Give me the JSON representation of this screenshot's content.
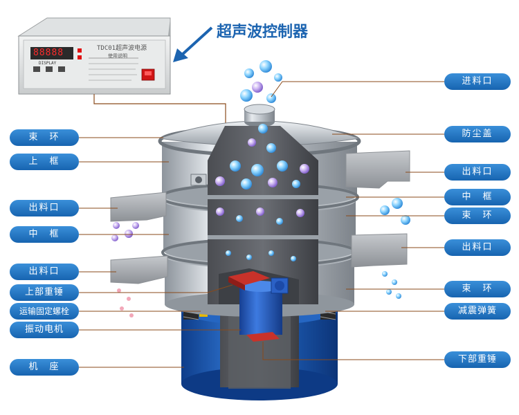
{
  "title": "超声波控制器",
  "controller": {
    "display": "88888",
    "display_caption": "DISPLAY",
    "model": "TDC01超声波电源",
    "usage_heading": "使用说明",
    "led_color": "#e01010",
    "switch_color": "#d01515"
  },
  "labels_left": [
    "束　环",
    "上　框",
    "出料口",
    "中　框",
    "出料口",
    "上部重锤",
    "运输固定螺栓",
    "振动电机",
    "机　座"
  ],
  "labels_right": [
    "进料口",
    "防尘盖",
    "出料口",
    "中　框",
    "束　环",
    "出料口",
    "束　环",
    "减震弹簧",
    "下部重锤"
  ],
  "colors": {
    "label_bg": "#1f6fbf",
    "label_text": "#ffffff",
    "leader_line": "#8a4a1a",
    "title_text": "#1c64b0",
    "base_blue": "#1f5fb8",
    "frame_steel": "#c9cfd6",
    "outlet_grey": "#a6a9ad",
    "motor_blue": "#2a5fc8",
    "weight_red": "#c8322a"
  },
  "icons": [
    "arrow-icon"
  ]
}
